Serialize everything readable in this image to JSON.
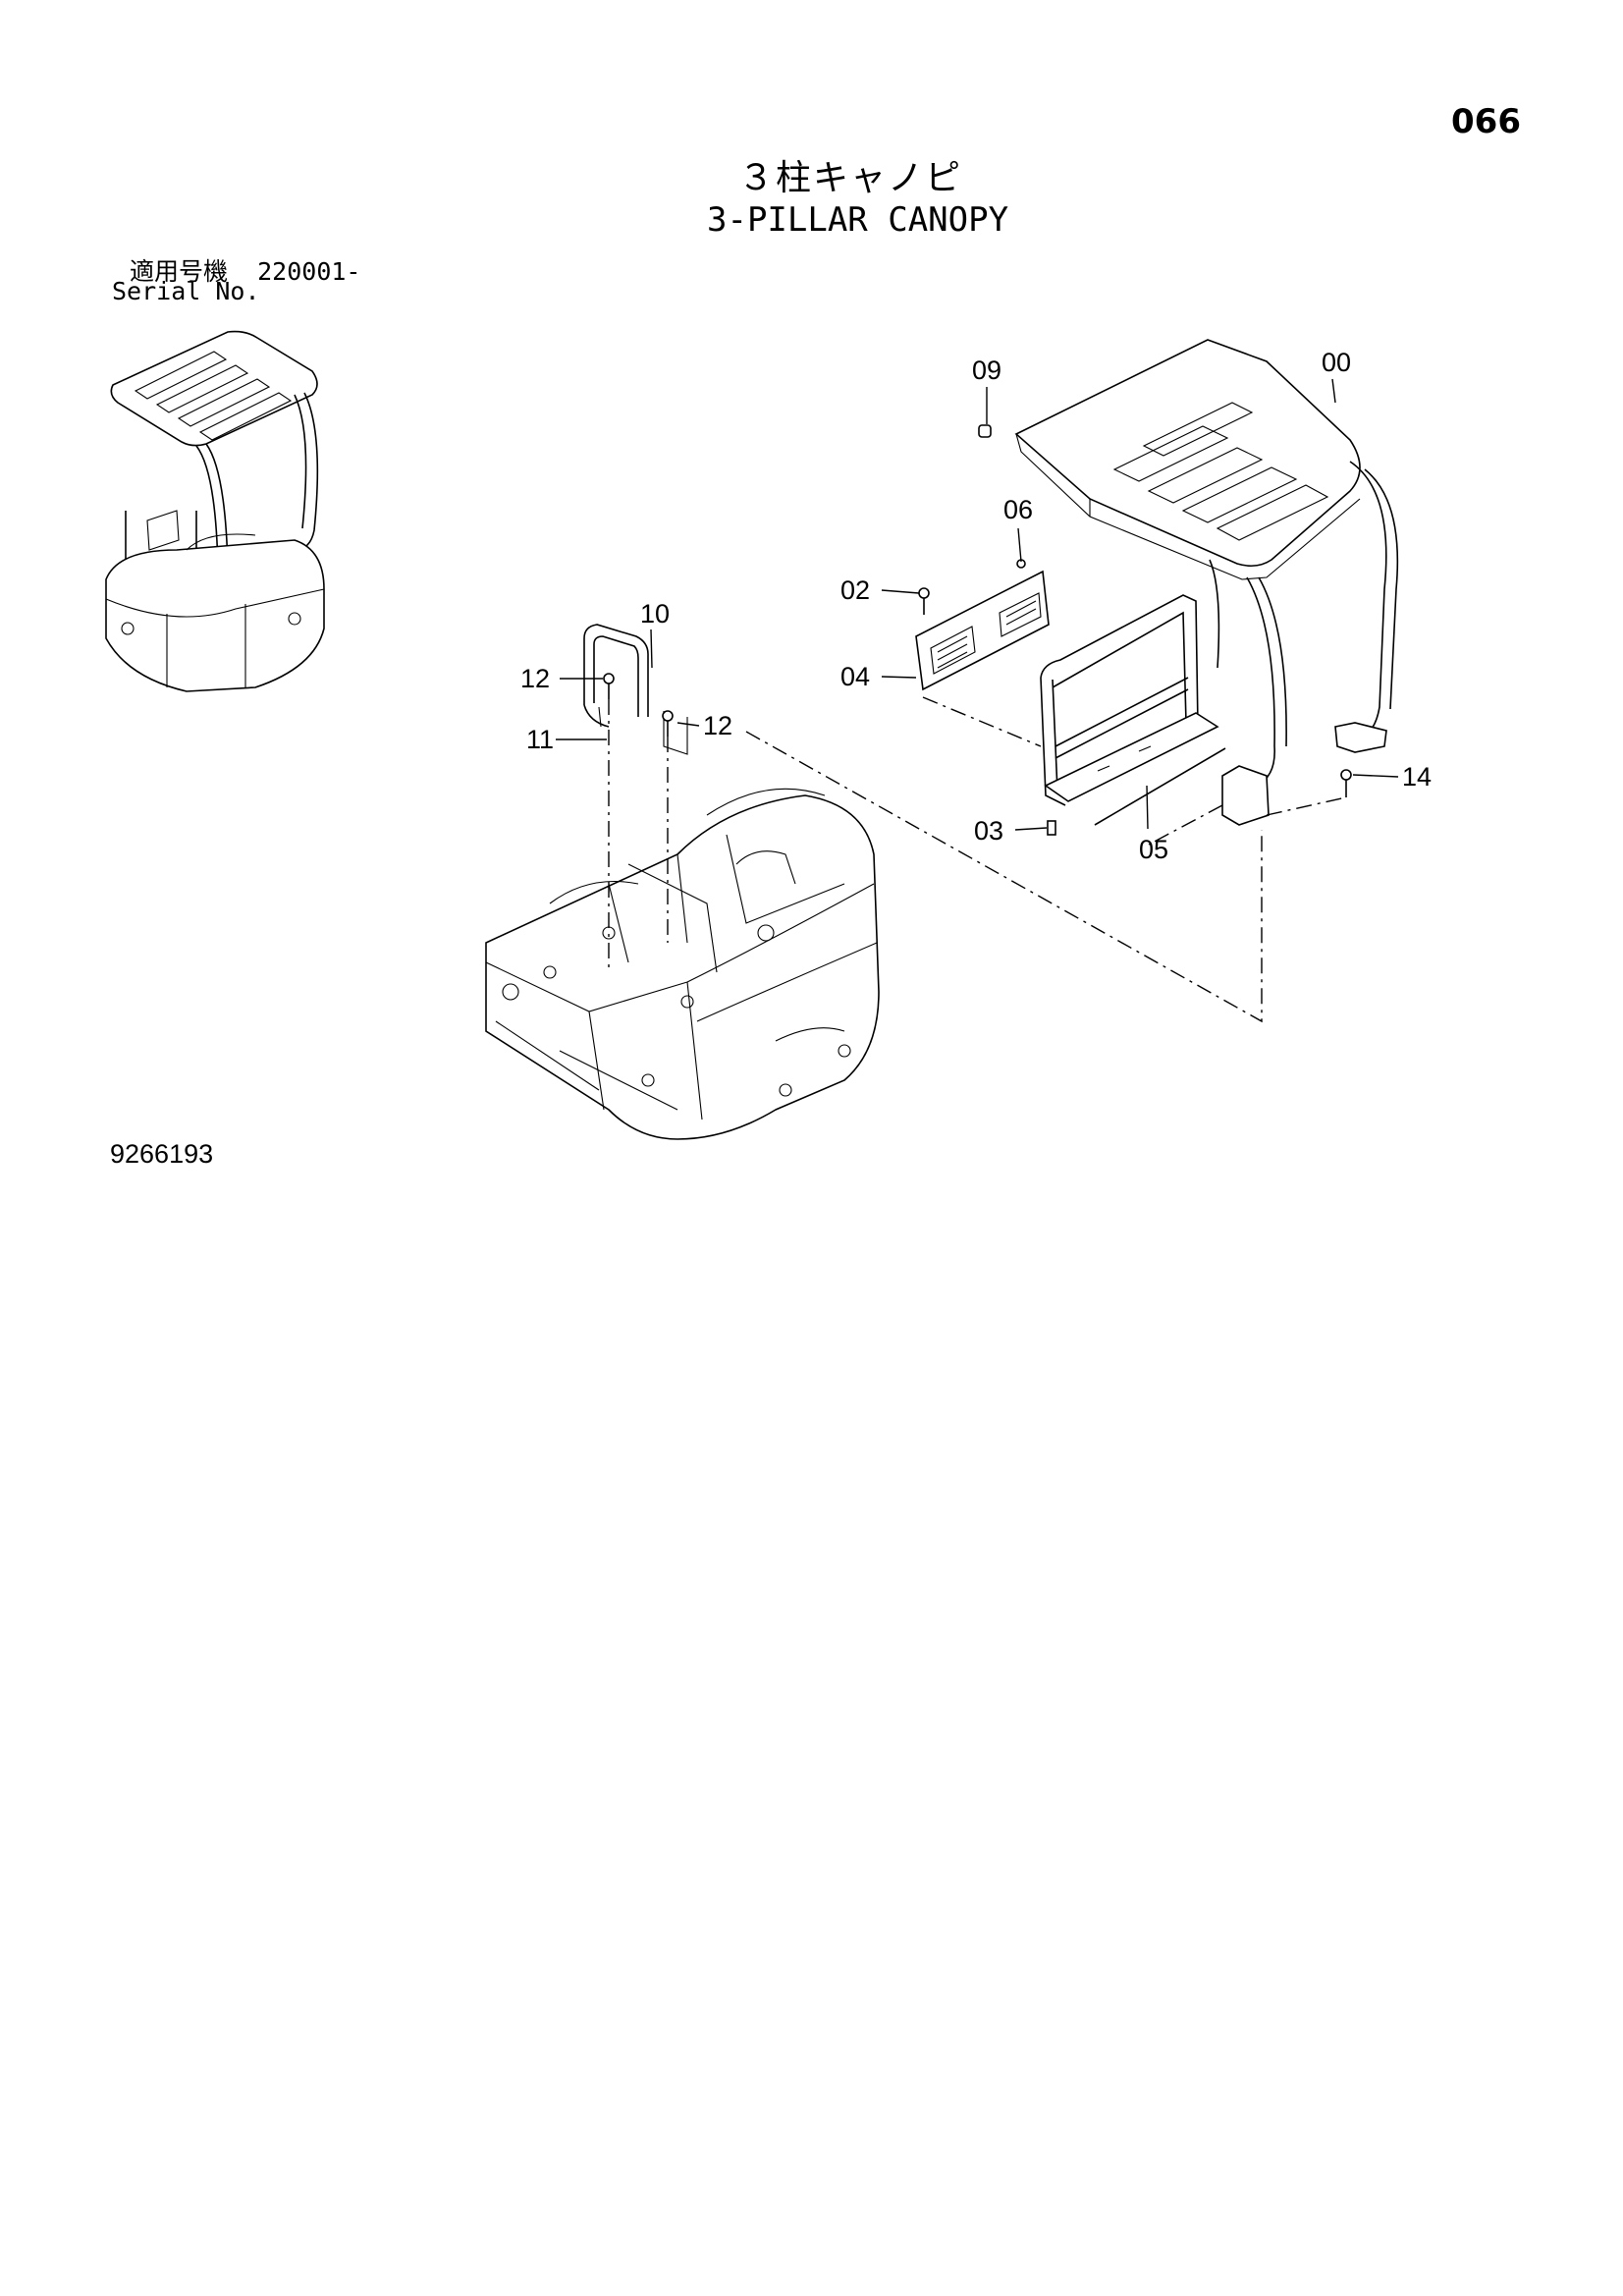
{
  "header": {
    "page_number": "066",
    "title_jp": "３柱キャノピ",
    "title_en": "3-PILLAR CANOPY"
  },
  "serial": {
    "label_jp": "適用号機",
    "value": "220001-",
    "label_en": "Serial No."
  },
  "callouts": {
    "c00": "00",
    "c02": "02",
    "c03": "03",
    "c04": "04",
    "c05": "05",
    "c06": "06",
    "c09": "09",
    "c10": "10",
    "c11": "11",
    "c12a": "12",
    "c12b": "12",
    "c14": "14"
  },
  "footer": {
    "drawing_number": "9266193"
  }
}
